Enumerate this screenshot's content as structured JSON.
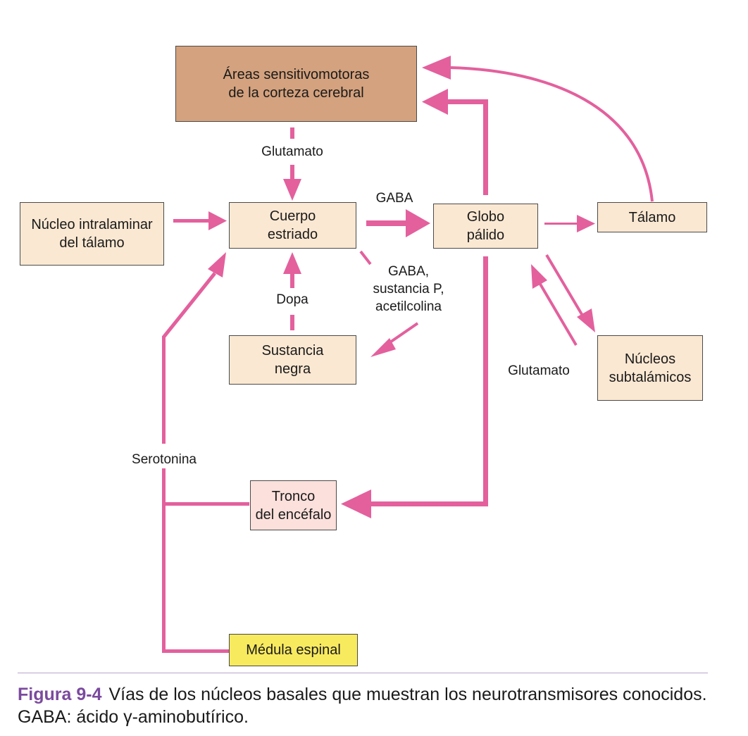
{
  "boxes": {
    "cortex": "Áreas sensitivomotoras\nde la corteza cerebral",
    "intralaminar": "Núcleo intralaminar\ndel tálamo",
    "striatum": "Cuerpo\nestriado",
    "pallidus": "Globo\npálido",
    "thalamus": "Tálamo",
    "substantia_nigra": "Sustancia\nnegra",
    "subthalamic": "Núcleos\nsubtalámicos",
    "brainstem": "Tronco\ndel encéfalo",
    "spinal_cord": "Médula espinal"
  },
  "labels": {
    "glutamate_cortex": "Glutamato",
    "gaba": "GABA",
    "gaba_sp_ach": "GABA,\nsustancia P,\nacetilcolina",
    "dopa": "Dopa",
    "glutamate_subthalamic": "Glutamato",
    "serotonin": "Serotonina"
  },
  "caption": {
    "figure": "Figura 9-4",
    "text": "Vías de los núcleos basales que muestran los neurotransmisores conocidos. GABA: ácido γ-aminobutírico."
  },
  "colors": {
    "arrow": "#e3609d",
    "cortex_fill": "#d4a27e",
    "box_fill": "#fbe8d2",
    "brainstem_fill": "#fbe0db",
    "spinal_fill": "#f8ea5e",
    "caption_accent": "#7b4a9e"
  }
}
